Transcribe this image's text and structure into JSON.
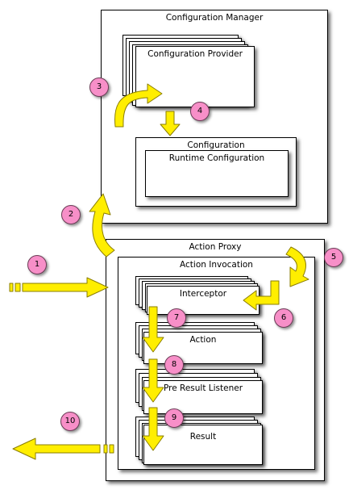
{
  "colors": {
    "arrow_fill": "#ffee00",
    "arrow_stroke": "#8a7d00",
    "badge_fill": "#f78fc8",
    "box_border": "#000000"
  },
  "configuration_manager": {
    "title": "Configuration Manager",
    "provider": {
      "title": "Configuration Provider"
    },
    "configuration": {
      "title": "Configuration",
      "runtime": {
        "title": "Runtime Configuration"
      }
    }
  },
  "action_proxy": {
    "title": "Action Proxy",
    "invocation": {
      "title": "Action Invocation",
      "interceptor": {
        "title": "Interceptor"
      },
      "action": {
        "title": "Action"
      },
      "pre_result_listener": {
        "title": "Pre Result Listener"
      },
      "result": {
        "title": "Result"
      }
    }
  },
  "steps": [
    "1",
    "2",
    "3",
    "4",
    "5",
    "6",
    "7",
    "8",
    "9",
    "10"
  ]
}
